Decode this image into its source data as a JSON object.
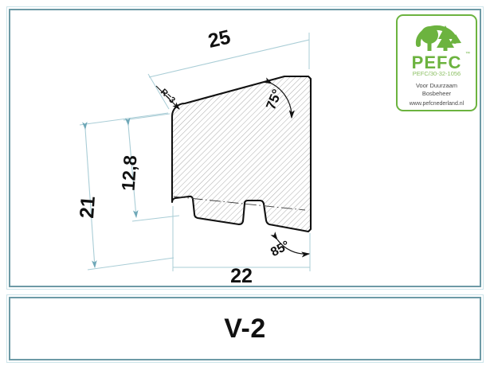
{
  "document": {
    "type": "technical-drawing",
    "title": "V-2"
  },
  "title_block": {
    "label": "V-2"
  },
  "dimensions": {
    "top_width": "25",
    "bottom_width": "22",
    "total_height": "21",
    "inner_height": "12,8",
    "corner_radius": "R=3",
    "angle_top_right": "75°",
    "angle_bottom_right": "85°"
  },
  "certification": {
    "name": "PEFC",
    "trademark": "™",
    "code": "PEFC/30-32-1056",
    "tagline_line1": "Voor Duurzaam",
    "tagline_line2": "Bosbeheer",
    "website": "www.pefcnederland.nl",
    "logo_color": "#6cb33f",
    "icon": "two-trees-in-circular-arrow"
  },
  "colors": {
    "frame": "#6d9aa6",
    "frame_glow": "#cde4ea",
    "dimension_line": "#7fb4c2",
    "outline": "#111111",
    "hatch": "#9a9a9a",
    "pefc_green": "#6cb33f",
    "background": "#ffffff"
  },
  "profile": {
    "description": "wood moulding cross-section with rounded top-left corner and two bottom notches",
    "hatched": true,
    "hatch_angle_deg": 45
  }
}
